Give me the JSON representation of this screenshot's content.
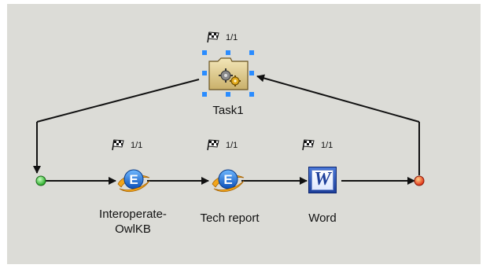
{
  "diagram": {
    "nodes": {
      "task": {
        "label": "Task1",
        "count": "1/1",
        "icon": "task-gears-icon"
      },
      "interoperate": {
        "label_line1": "Interoperate-",
        "label_line2": "OwlKB",
        "count": "1/1",
        "icon": "e-script-icon"
      },
      "techreport": {
        "label": "Tech report",
        "count": "1/1",
        "icon": "e-script-icon"
      },
      "word": {
        "label": "Word",
        "count": "1/1",
        "icon": "word-icon",
        "icon_letter": "W"
      },
      "start": {
        "icon": "start-node-icon",
        "color": "#2fbf2f"
      },
      "end": {
        "icon": "end-node-icon",
        "color": "#e03010"
      }
    },
    "flag_icon": "checkered-flag-icon",
    "colors": {
      "canvas": "#dcdcd7",
      "selection": "#2a8cff",
      "edge": "#111111"
    }
  }
}
